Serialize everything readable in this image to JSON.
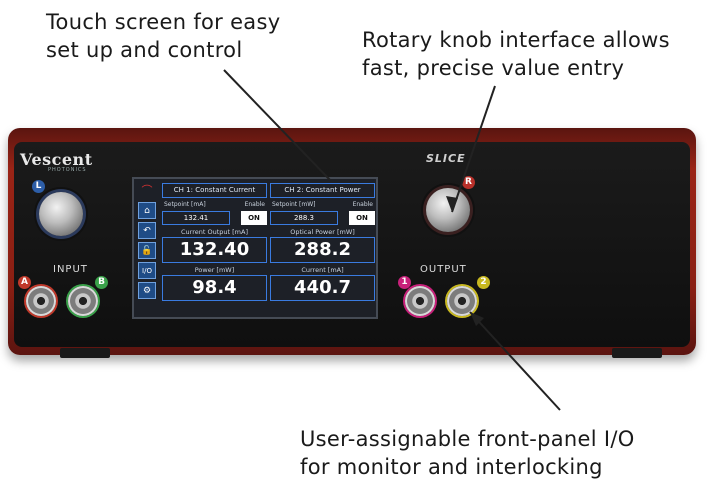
{
  "callouts": {
    "touch_line1": "Touch screen for easy",
    "touch_line2": "set up and control",
    "knob_line1": "Rotary knob interface allows",
    "knob_line2": "fast, precise value entry",
    "io_line1": "User-assignable front-panel I/O",
    "io_line2": "for monitor and interlocking"
  },
  "device": {
    "brand": "Vescent",
    "brand_sub": "PHOTONICS",
    "model": "SLICE",
    "input_label": "INPUT",
    "output_label": "OUTPUT",
    "badge_L": "L",
    "badge_R": "R",
    "badge_A": "A",
    "badge_B": "B",
    "badge_1": "1",
    "badge_2": "2"
  },
  "screen": {
    "sidebar": [
      {
        "name": "home-icon",
        "glyph": "⌂"
      },
      {
        "name": "back-icon",
        "glyph": "↶"
      },
      {
        "name": "lock-icon",
        "glyph": "🔓"
      },
      {
        "name": "io-icon",
        "glyph": "I/O"
      },
      {
        "name": "gear-icon",
        "glyph": "⚙"
      }
    ],
    "ch1": {
      "title": "CH 1: Constant Current",
      "setpoint_label": "Setpoint [mA]",
      "enable_label": "Enable",
      "setpoint_value": "132.41",
      "on_label": "ON",
      "out1_label": "Current Output [mA]",
      "out1_value": "132.40",
      "out2_label": "Power [mW]",
      "out2_value": "98.4"
    },
    "ch2": {
      "title": "CH 2: Constant Power",
      "setpoint_label": "Setpoint [mW]",
      "enable_label": "Enable",
      "setpoint_value": "288.3",
      "on_label": "ON",
      "out1_label": "Optical Power [mW]",
      "out1_value": "288.2",
      "out2_label": "Current [mA]",
      "out2_value": "440.7"
    }
  },
  "colors": {
    "accent": "#3a7be0",
    "chassis": "#9a2416",
    "badge_L": "#2d5ea8",
    "badge_R": "#b8302a",
    "badge_A": "#c0392b",
    "badge_B": "#3aa14a",
    "badge_1": "#c8207a",
    "badge_2": "#c8b820"
  }
}
